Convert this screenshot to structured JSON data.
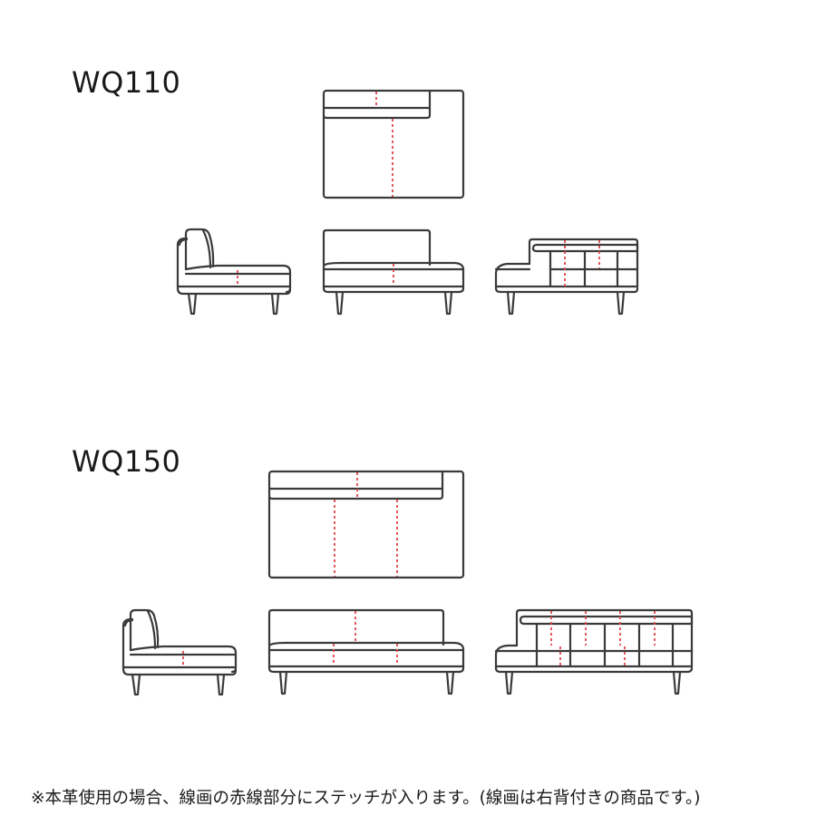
{
  "models": [
    {
      "name": "WQ110",
      "views": [
        "top-view",
        "side-view",
        "front-view",
        "back-view"
      ]
    },
    {
      "name": "WQ150",
      "views": [
        "top-view",
        "side-view",
        "front-view",
        "back-view"
      ]
    }
  ],
  "colors": {
    "outline": "#3a3a3a",
    "stitch_line": "#e0464a",
    "background": "#ffffff"
  },
  "footnote": "※本革使用の場合、線画の赤線部分にステッチが入ります。(線画は右背付きの商品です。)"
}
